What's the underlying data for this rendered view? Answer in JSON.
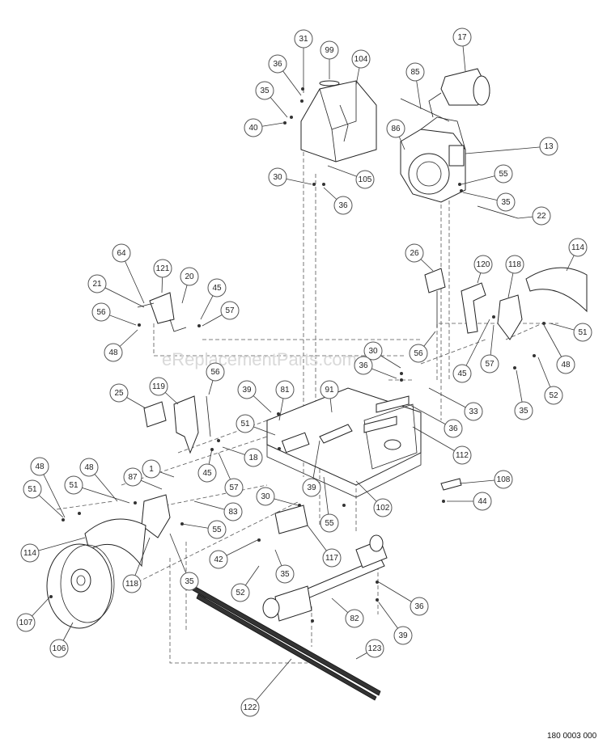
{
  "diagram": {
    "watermark": "eReplacementParts.com",
    "drawing_number": "180 0003 000",
    "callouts": [
      "31",
      "99",
      "104",
      "17",
      "36",
      "85",
      "35",
      "40",
      "86",
      "13",
      "30",
      "105",
      "55",
      "36",
      "35",
      "22",
      "64",
      "121",
      "20",
      "45",
      "21",
      "57",
      "56",
      "48",
      "26",
      "120",
      "118",
      "114",
      "51",
      "48",
      "30",
      "36",
      "56",
      "52",
      "45",
      "57",
      "35",
      "33",
      "36",
      "112",
      "25",
      "119",
      "56",
      "39",
      "81",
      "91",
      "51",
      "18",
      "1",
      "87",
      "45",
      "57",
      "39",
      "108",
      "44",
      "102",
      "55",
      "48",
      "48",
      "51",
      "51",
      "83",
      "55",
      "114",
      "30",
      "42",
      "117",
      "118",
      "35",
      "52",
      "35",
      "36",
      "82",
      "39",
      "107",
      "106",
      "122",
      "123"
    ],
    "callout_icon": "numbered-callout-circle"
  }
}
